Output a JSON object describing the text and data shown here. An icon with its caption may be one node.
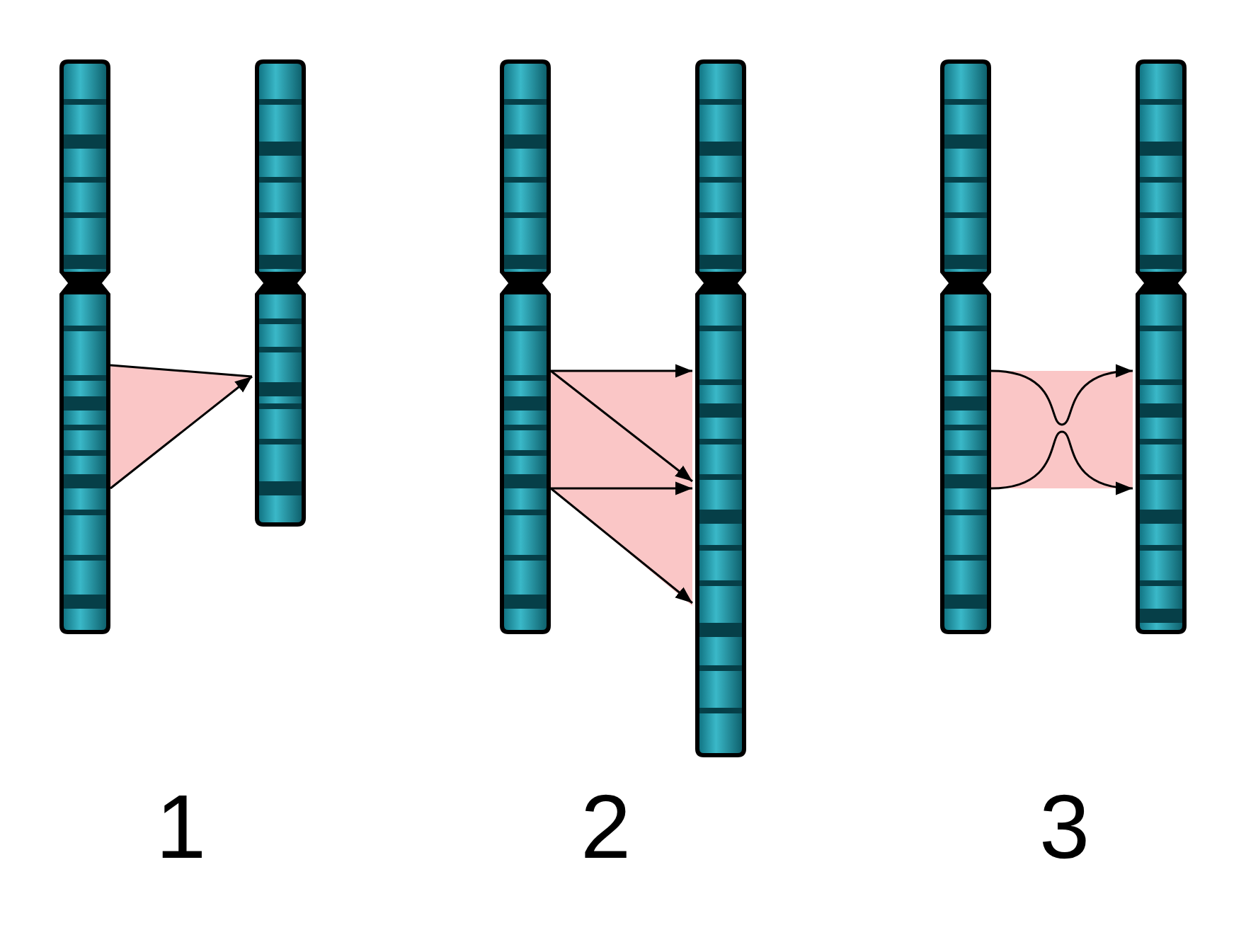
{
  "diagram": {
    "nodes": [
      {
        "text": [],
        "shape": "bar"
      },
      {
        "text": [],
        "shape": "bar"
      },
      {
        "text": [],
        "shape": "bar"
      },
      {
        "text": [],
        "shape": "bar"
      },
      {
        "text": [],
        "shape": "bar"
      },
      {
        "text": [],
        "shape": "bar"
      }
    ],
    "edges": [
      {
        "from": 0,
        "to": 1,
        "arrow": "to"
      },
      {
        "from": 2,
        "to": 3,
        "arrow": "to"
      },
      {
        "from": 2,
        "to": 3,
        "arrow": "to"
      },
      {
        "from": 2,
        "to": 3,
        "arrow": "to"
      },
      {
        "from": 2,
        "to": 3,
        "arrow": "to"
      },
      {
        "from": 4,
        "to": 5,
        "arrow": "to"
      },
      {
        "from": 4,
        "to": 5,
        "arrow": "to"
      }
    ],
    "labels": [
      "1",
      "2",
      "3"
    ]
  }
}
